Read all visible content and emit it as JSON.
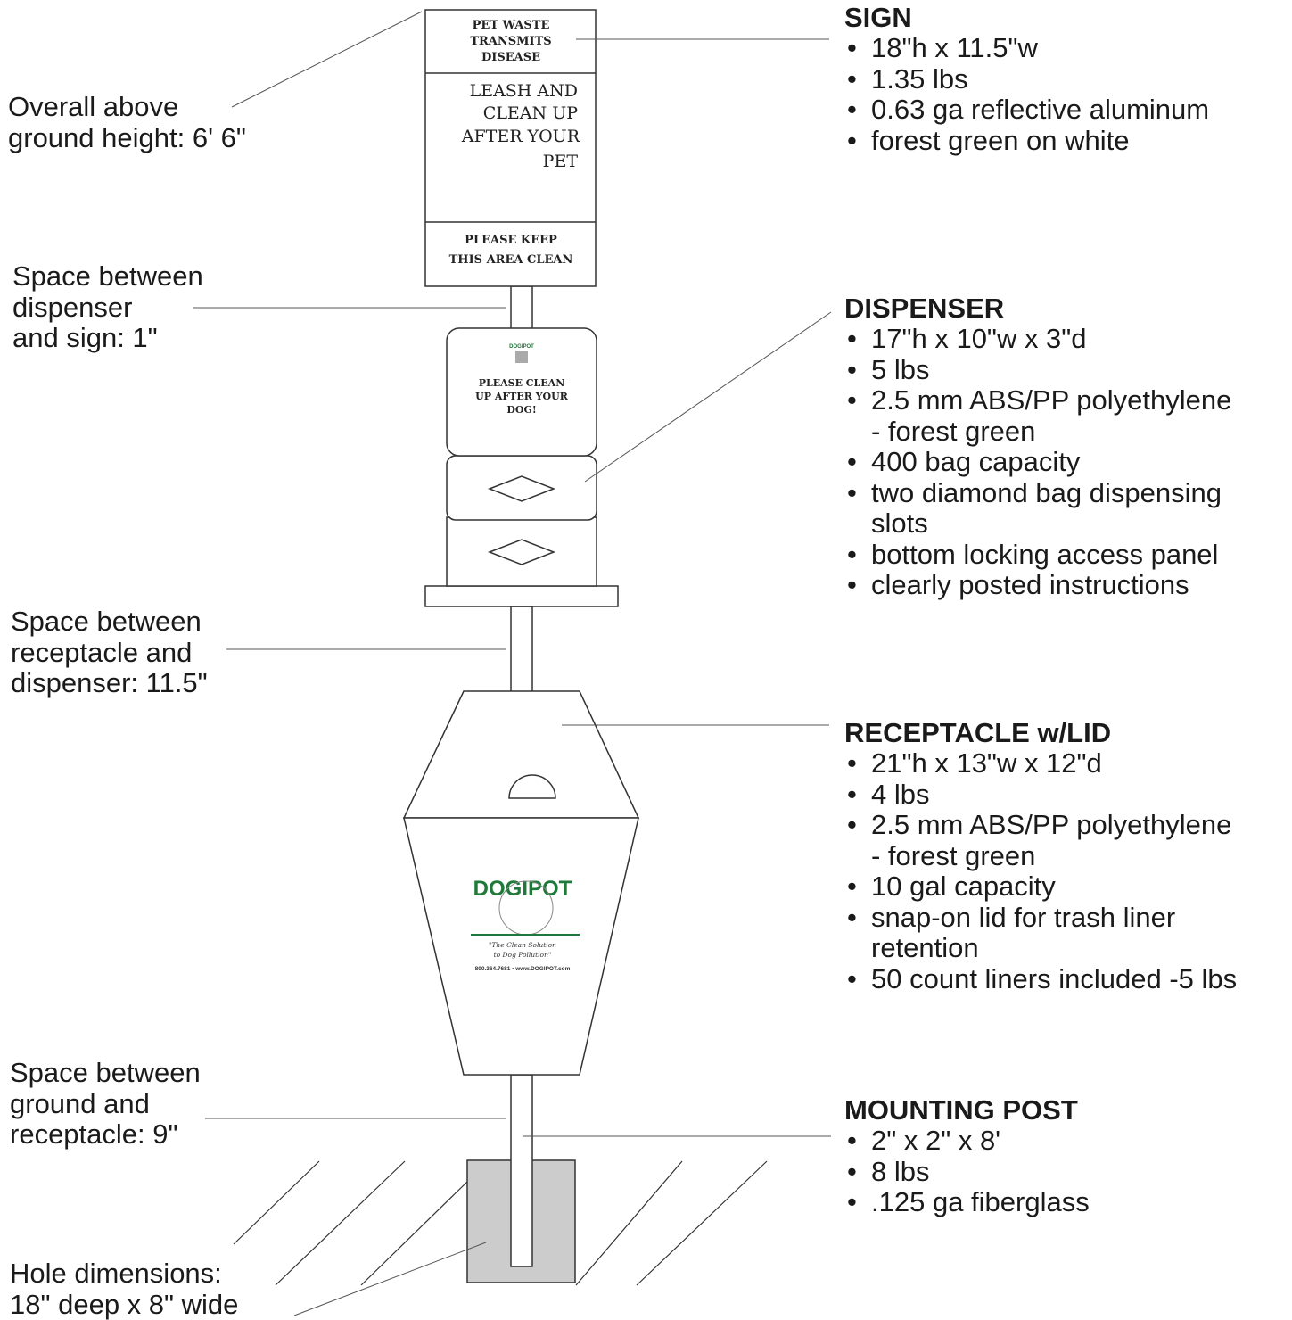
{
  "colors": {
    "line": "#333333",
    "brand_green": "#1f7a3a",
    "hole_fill": "#cccccc"
  },
  "sign": {
    "top_text": [
      "PET WASTE",
      "TRANSMITS",
      "DISEASE"
    ],
    "middle_text": [
      "LEASH AND",
      "CLEAN UP",
      "AFTER YOUR",
      "PET"
    ],
    "bottom_text": [
      "PLEASE KEEP",
      "THIS AREA CLEAN"
    ]
  },
  "dispenser_panel": {
    "logo": "DOGIPOT",
    "text": [
      "PLEASE CLEAN",
      "UP AFTER YOUR",
      "DOG!"
    ]
  },
  "receptacle_panel": {
    "logo": "DOGIPOT",
    "tagline": [
      "\"The Clean Solution",
      "to Dog Pollution\""
    ],
    "contact": "800.364.7681 • www.DOGIPOT.com"
  },
  "left_labels": {
    "overall": [
      "Overall above",
      "ground height: 6' 6\""
    ],
    "sign_gap": [
      "Space between",
      "dispenser",
      "and sign: 1\""
    ],
    "dispenser_gap": [
      "Space between",
      "receptacle and",
      "dispenser: 11.5\""
    ],
    "ground_gap": [
      "Space between",
      "ground and",
      "receptacle: 9\""
    ],
    "hole": [
      "Hole dimensions:",
      "18\" deep x 8\" wide"
    ]
  },
  "specs": {
    "sign": {
      "title": "SIGN",
      "items": [
        "18\"h x 11.5\"w",
        "1.35 lbs",
        "0.63 ga reflective aluminum",
        "forest green on white"
      ]
    },
    "dispenser": {
      "title": "DISPENSER",
      "items": [
        "17\"h x 10\"w x 3\"d",
        "5 lbs",
        "2.5 mm ABS/PP polyethylene",
        "- forest green",
        "400 bag capacity",
        "two diamond bag dispensing",
        "slots",
        "bottom locking access panel",
        "clearly posted instructions"
      ]
    },
    "receptacle": {
      "title": "RECEPTACLE w/LID",
      "items": [
        "21\"h x 13\"w x 12\"d",
        "4 lbs",
        "2.5 mm ABS/PP polyethylene",
        "- forest green",
        "10 gal capacity",
        "snap-on lid for trash liner",
        "retention",
        "50 count liners included -5 lbs"
      ]
    },
    "post": {
      "title": "MOUNTING POST",
      "items": [
        "2\" x 2\" x 8'",
        "8 lbs",
        ".125 ga fiberglass"
      ]
    }
  }
}
